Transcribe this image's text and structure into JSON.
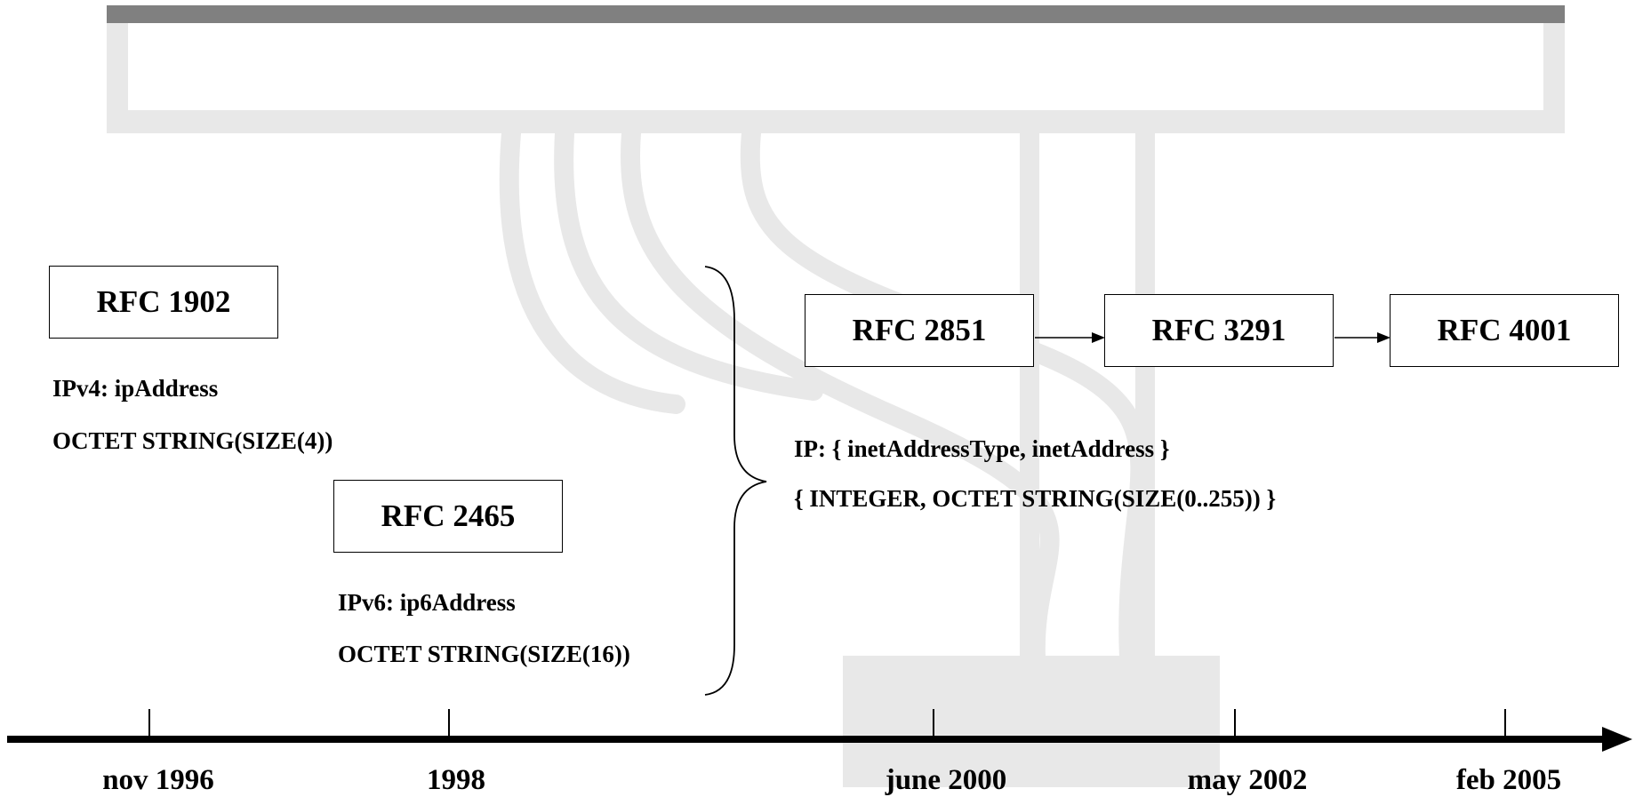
{
  "rfcs": {
    "rfc1902": "RFC 1902",
    "rfc2465": "RFC 2465",
    "rfc2851": "RFC 2851",
    "rfc3291": "RFC 3291",
    "rfc4001": "RFC 4001"
  },
  "notes": {
    "ipv4_line1": "IPv4: ipAddress",
    "ipv4_line2": "OCTET STRING(SIZE(4))",
    "ipv6_line1": "IPv6: ip6Address",
    "ipv6_line2": "OCTET STRING(SIZE(16))",
    "ip_line1": "IP: { inetAddressType, inetAddress }",
    "ip_line2": "{ INTEGER, OCTET STRING(SIZE(0..255)) }"
  },
  "timeline": {
    "dates": [
      "nov 1996",
      "1998",
      "june 2000",
      "may 2002",
      "feb 2005"
    ]
  },
  "colors": {
    "watermark_light": "#e6e6e6",
    "watermark_bar": "#808080",
    "ink": "#000000"
  }
}
